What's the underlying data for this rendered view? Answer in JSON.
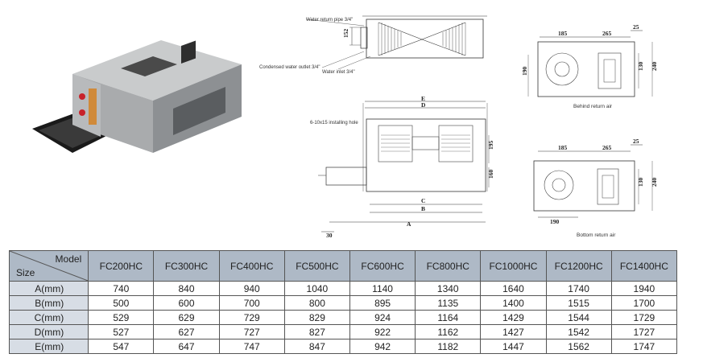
{
  "drawing": {
    "side_labels": {
      "water_return": "Water return pipe 3/4\"",
      "condensed_outlet": "Condensed water outlet 3/4\"",
      "water_inlet": "Water inlet 3/4\"",
      "dim_152": "152"
    },
    "front": {
      "installing_hole": "6-10x15 installing hole",
      "E": "E",
      "D": "D",
      "C": "C",
      "B": "B",
      "A": "A",
      "dim_195": "195",
      "dim_160": "160",
      "dim_30": "30"
    },
    "behind": {
      "dim_185": "185",
      "dim_265": "265",
      "dim_25": "25",
      "dim_190": "190",
      "dim_130": "130",
      "dim_240": "240",
      "caption": "Behind return air"
    },
    "bottom": {
      "dim_185": "185",
      "dim_265": "265",
      "dim_25": "25",
      "dim_130": "130",
      "dim_240": "240",
      "dim_190": "190",
      "caption": "Bottom return air"
    }
  },
  "table": {
    "header_model": "Model",
    "header_size": "Size",
    "models": [
      "FC200HC",
      "FC300HC",
      "FC400HC",
      "FC500HC",
      "FC600HC",
      "FC800HC",
      "FC1000HC",
      "FC1200HC",
      "FC1400HC"
    ],
    "rows": [
      {
        "label": "A(mm)",
        "values": [
          "740",
          "840",
          "940",
          "1040",
          "1140",
          "1340",
          "1640",
          "1740",
          "1940"
        ]
      },
      {
        "label": "B(mm)",
        "values": [
          "500",
          "600",
          "700",
          "800",
          "895",
          "1135",
          "1400",
          "1515",
          "1700"
        ]
      },
      {
        "label": "C(mm)",
        "values": [
          "529",
          "629",
          "729",
          "829",
          "924",
          "1164",
          "1429",
          "1544",
          "1729"
        ]
      },
      {
        "label": "D(mm)",
        "values": [
          "527",
          "627",
          "727",
          "827",
          "922",
          "1162",
          "1427",
          "1542",
          "1727"
        ]
      },
      {
        "label": "E(mm)",
        "values": [
          "547",
          "647",
          "747",
          "847",
          "942",
          "1182",
          "1447",
          "1562",
          "1747"
        ]
      }
    ]
  }
}
